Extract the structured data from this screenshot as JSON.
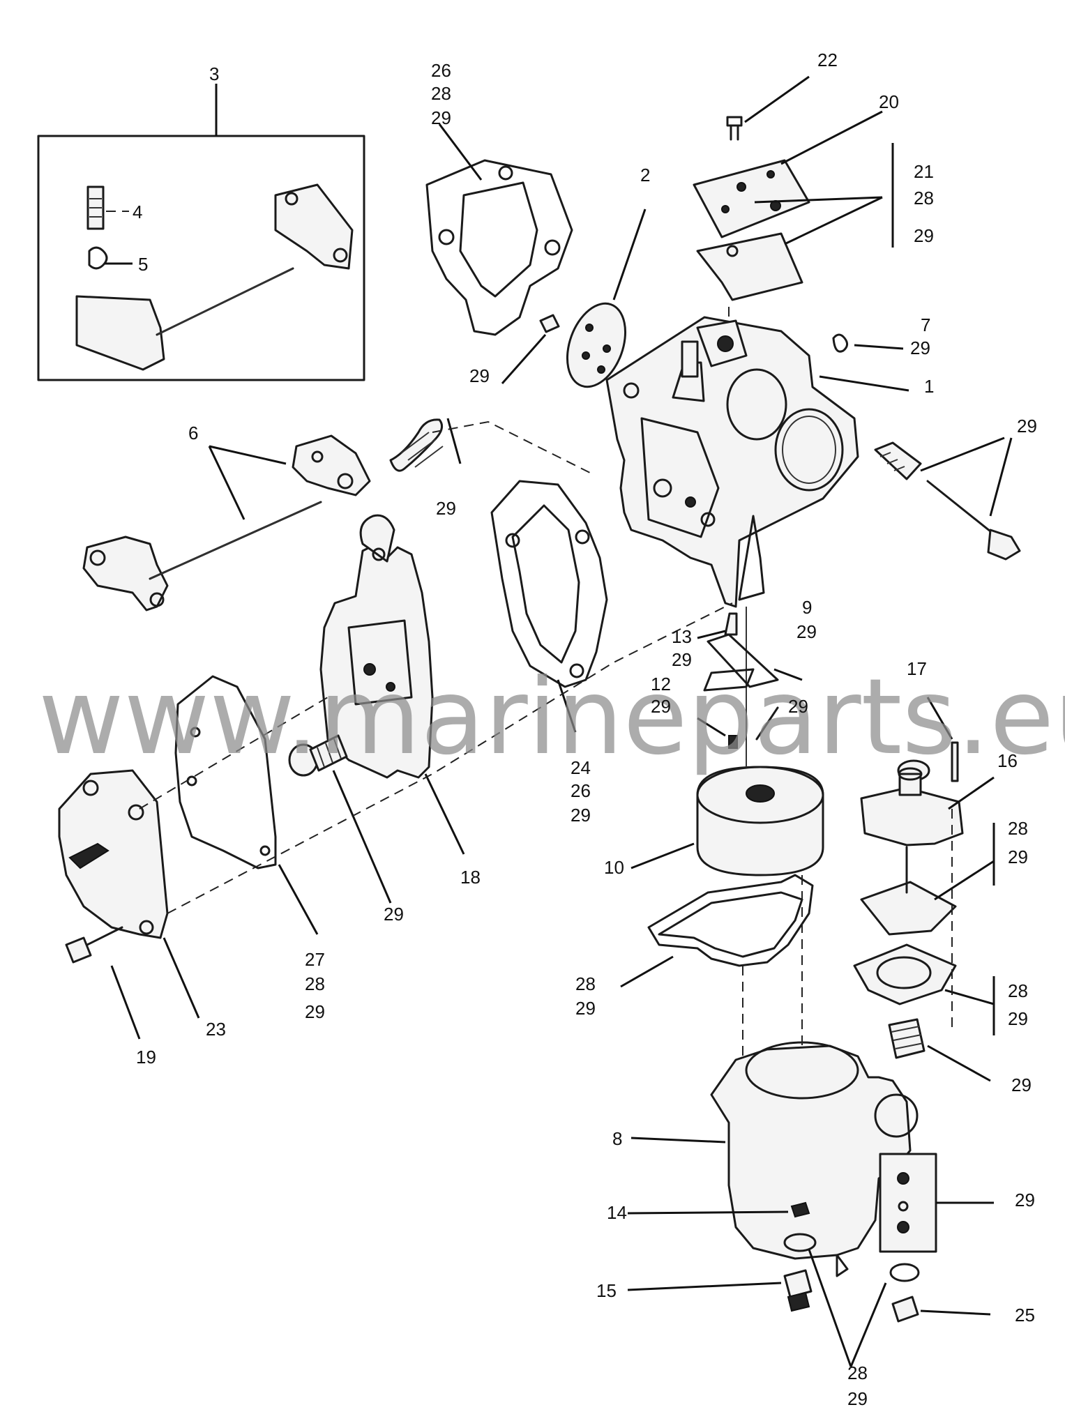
{
  "watermark": "www.marineparts.eu",
  "labels": {
    "l3": "3",
    "l4": "4",
    "l5": "5",
    "l26a": "26",
    "l28a": "28",
    "l29a": "29",
    "l22": "22",
    "l20": "20",
    "l2": "2",
    "l21": "21",
    "l28b": "28",
    "l29b": "29",
    "l7": "7",
    "l29c": "29",
    "l1": "1",
    "l29d": "29",
    "l6": "6",
    "l29e": "29",
    "l29f": "29",
    "l9": "9",
    "l29g": "29",
    "l13": "13",
    "l29h": "29",
    "l12": "12",
    "l29i": "29",
    "l29j": "29",
    "l17": "17",
    "l16": "16",
    "l24": "24",
    "l26b": "26",
    "l29k": "29",
    "l28c": "28",
    "l29l": "29",
    "l18": "18",
    "l10": "10",
    "l29m": "29",
    "l27": "27",
    "l28d": "28",
    "l29n": "29",
    "l28e": "28",
    "l29o": "29",
    "l28f": "28",
    "l29p": "29",
    "l29q": "29",
    "l19": "19",
    "l23": "23",
    "l8": "8",
    "l29r": "29",
    "l14": "14",
    "l15": "15",
    "l25": "25",
    "l28g": "28",
    "l29s": "29"
  }
}
